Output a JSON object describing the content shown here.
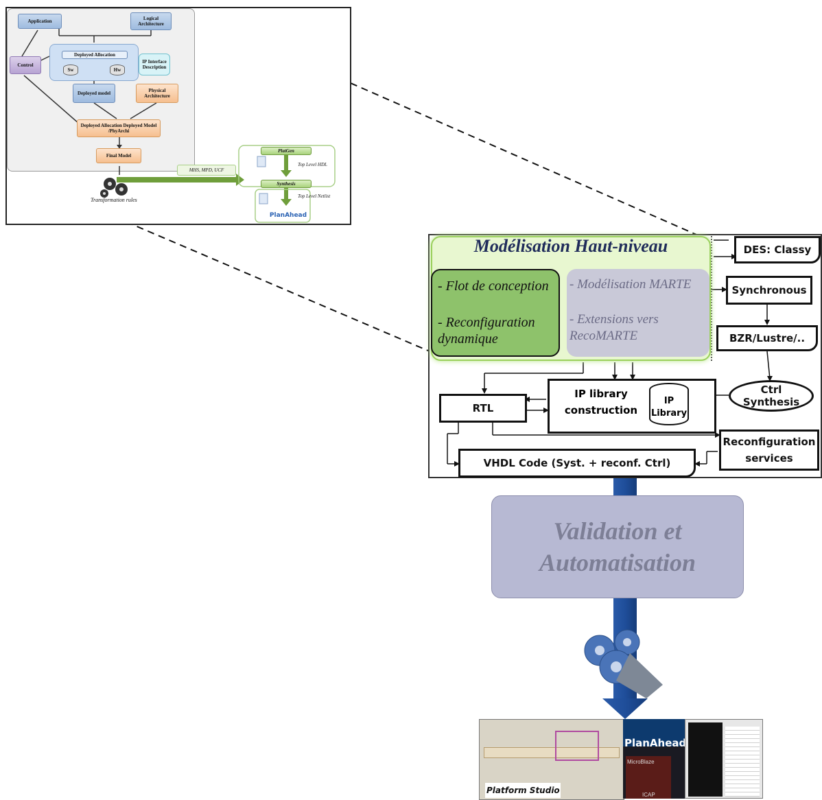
{
  "inset": {
    "application": "Application",
    "logical_architecture": "Logical Architecture",
    "control": "Control",
    "deployed_allocation": "Deployed Allocation",
    "sw": "Sw",
    "hw": "Hw",
    "ip_interface_description": "IP Interface Description",
    "deployed_model": "Deployed model",
    "physical_architecture": "Physical Architecture",
    "deployed_alloc_model": "Deployed Allocation Deployed Model /PhyArchi",
    "final_model": "Final Model",
    "mhs_mpd_ucf": "MHS, MPD, UCF",
    "platgen": "PlatGen",
    "top_level_hdl": "Top Level HDL",
    "synthesis": "Synthesis",
    "top_level_netlist": "Top Level Netlist",
    "planahead": "PlanAhead",
    "transformation_rules": "Transformation rules"
  },
  "main": {
    "title": "Modélisation Haut-niveau",
    "flot": "- Flot de conception",
    "reconf_dyn": "- Reconfiguration dynamique",
    "marte": "- Modélisation MARTE",
    "extensions": "- Extensions vers RecoMARTE",
    "des_classy": "DES: Classy",
    "synchronous": "Synchronous",
    "bzr": "BZR/Lustre/..",
    "ctrl_synthesis": "Ctrl Synthesis",
    "ip_library_construction": "IP library construction",
    "ip_library": "IP Library",
    "rtl": "RTL",
    "reconf_services": "Reconfiguration services",
    "vhdl_code": "VHDL Code (Syst. + reconf. Ctrl)"
  },
  "validation": "Validation et Automatisation",
  "tools": {
    "planahead": "PlanAhead",
    "platform_studio": "Platform Studio",
    "microblaze": "MicroBlaze",
    "icap": "ICAP"
  },
  "colors": {
    "highlevel_bg": "#e8f7d0",
    "green_box": "#8ec26b",
    "grey_box": "#c9c9d8",
    "validation_bg": "#b7b9d3",
    "arrow_blue": "#1f4e9a"
  }
}
